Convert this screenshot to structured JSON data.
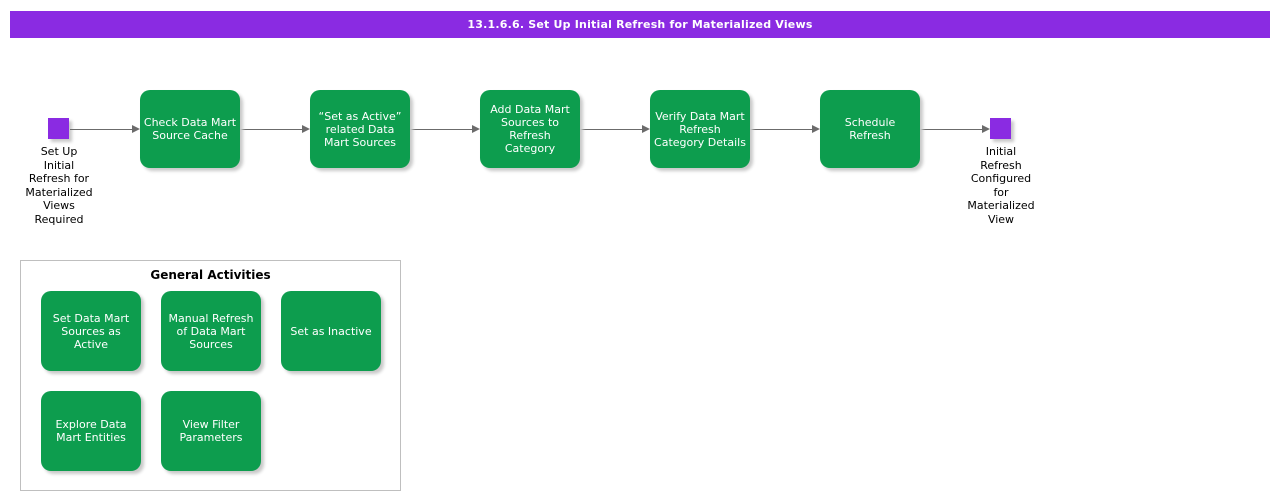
{
  "title_bar": {
    "text": "13.1.6.6. Set Up Initial Refresh for Materialized Views"
  },
  "colors": {
    "title_bar_bg": "#8A2BE2",
    "terminal_square": "#8A2BE2",
    "activity_box": "#0D9D4E",
    "arrow": "#6b6b6b",
    "panel_border": "#bfbfbf"
  },
  "flow": {
    "start_label": "Set Up\nInitial\nRefresh for\nMaterialized\nViews\nRequired",
    "steps": [
      {
        "label": "Check Data Mart\nSource Cache"
      },
      {
        "label": "“Set as Active”\nrelated Data\nMart Sources"
      },
      {
        "label": "Add Data Mart\nSources to\nRefresh\nCategory"
      },
      {
        "label": "Verify Data Mart\nRefresh\nCategory Details"
      },
      {
        "label": "Schedule\nRefresh"
      }
    ],
    "end_label": "Initial\nRefresh\nConfigured\nfor\nMaterialized\nView"
  },
  "general_activities": {
    "title": "General Activities",
    "items": [
      {
        "label": "Set Data Mart\nSources as\nActive"
      },
      {
        "label": "Manual Refresh\nof Data Mart\nSources"
      },
      {
        "label": "Set as Inactive"
      },
      {
        "label": "Explore Data\nMart Entities"
      },
      {
        "label": "View Filter\nParameters"
      }
    ]
  }
}
